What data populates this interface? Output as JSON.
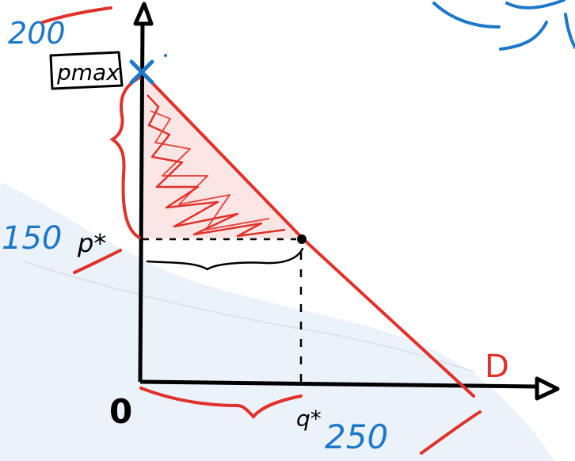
{
  "labels": {
    "price_max_value": "200",
    "price_max": "pmax",
    "price_star_value": "150",
    "price_star": "p*",
    "quantity_star": "q*",
    "quantity_max_value": "250",
    "origin": "0",
    "demand": "D"
  },
  "colors": {
    "axis": "#000000",
    "demand_line": "#e0322b",
    "hatch": "#e0322b",
    "annotation_blue": "#1e78c8",
    "blue_tint": "#e4edf8"
  }
}
